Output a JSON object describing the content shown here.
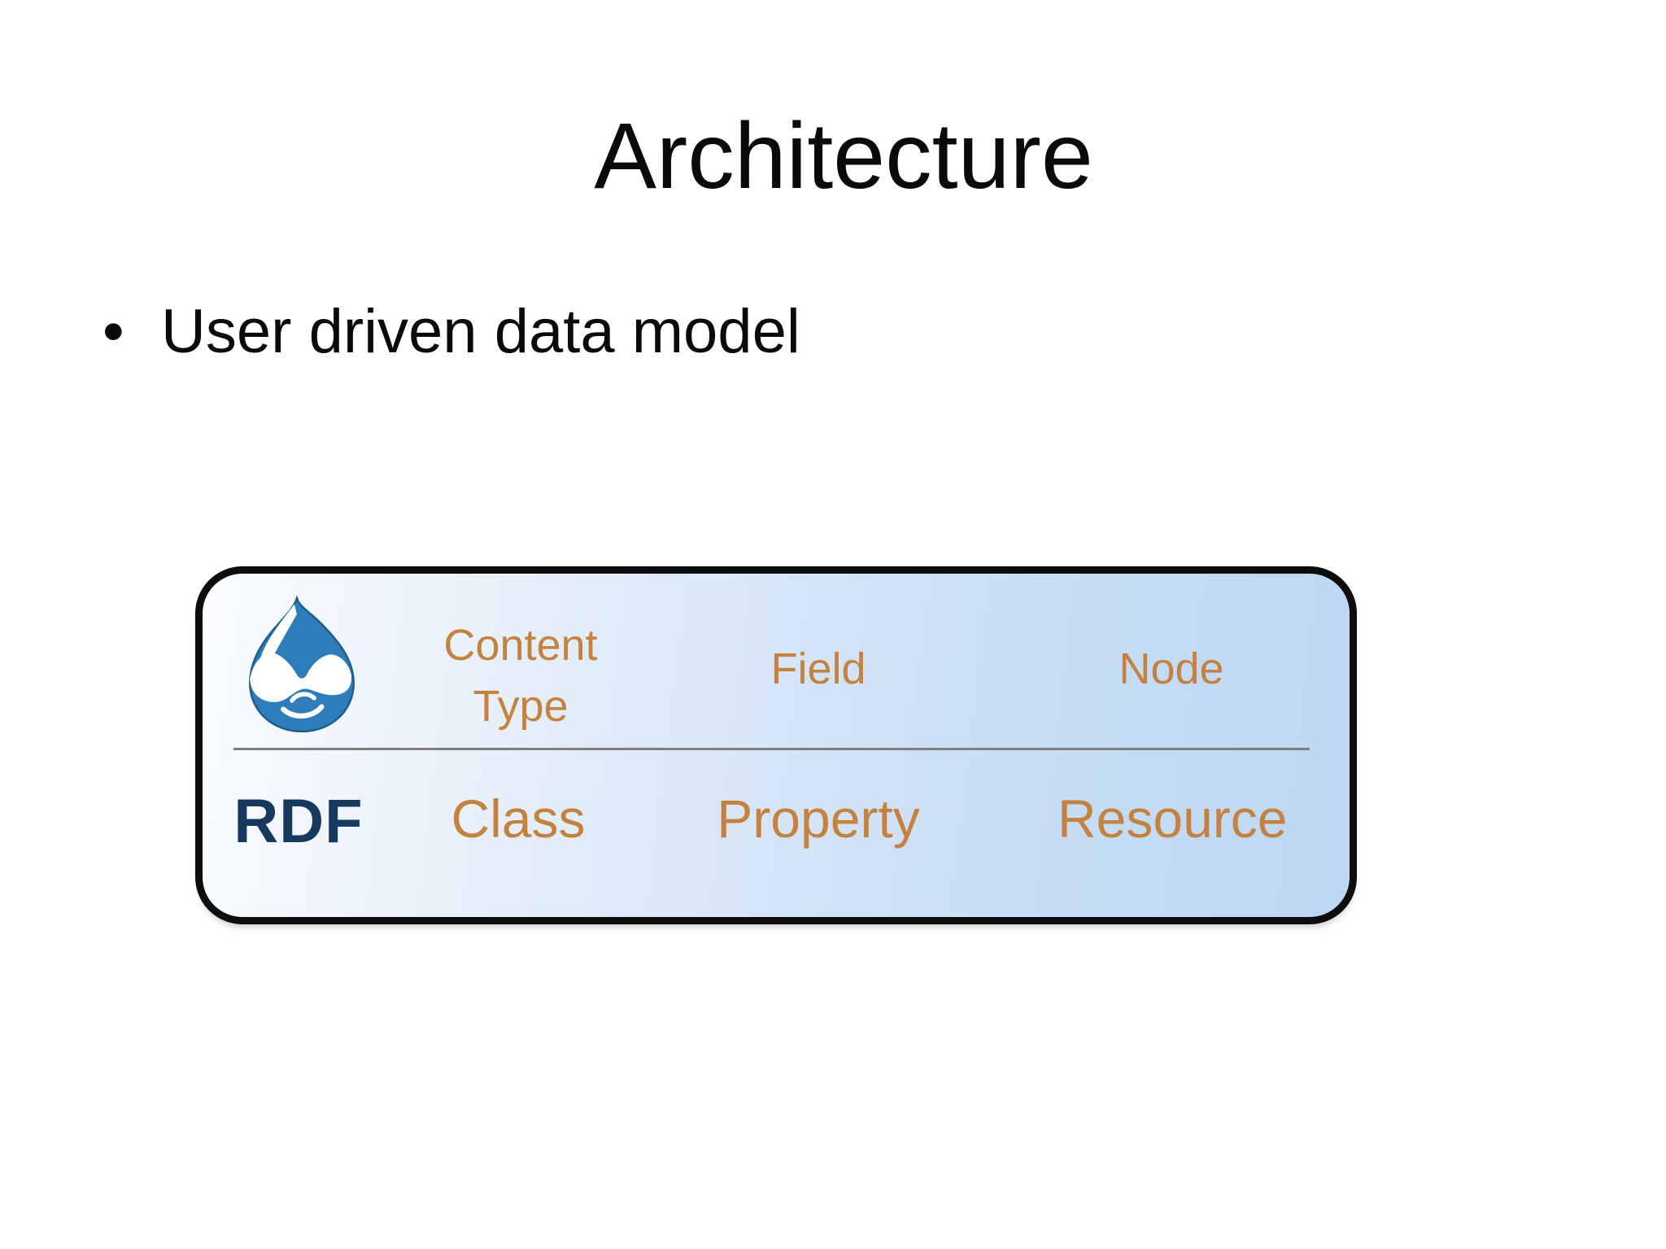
{
  "slide": {
    "title": "Architecture",
    "bullets": [
      {
        "marker": "•",
        "text": "User driven data model"
      }
    ]
  },
  "diagram": {
    "type": "table",
    "icon": "drupal-druplicon",
    "rows": [
      {
        "row_header": "",
        "cells": [
          "Content Type",
          "Field",
          "Node"
        ]
      },
      {
        "row_header": "RDF",
        "cells": [
          "Class",
          "Property",
          "Resource"
        ]
      }
    ],
    "colors": {
      "cell_text_orange": "#c5823e",
      "row_header_navy": "#18395e",
      "logo_blue": "#2e7cb9",
      "logo_outline": "#1d5c8c",
      "box_border": "#0d0d0d",
      "box_background_left": "#fbfdff",
      "box_background_right": "#bdd8f4",
      "divider_gray": "#7e7e7e",
      "slide_background": "#ffffff",
      "text_black": "#0a0a0a"
    }
  }
}
